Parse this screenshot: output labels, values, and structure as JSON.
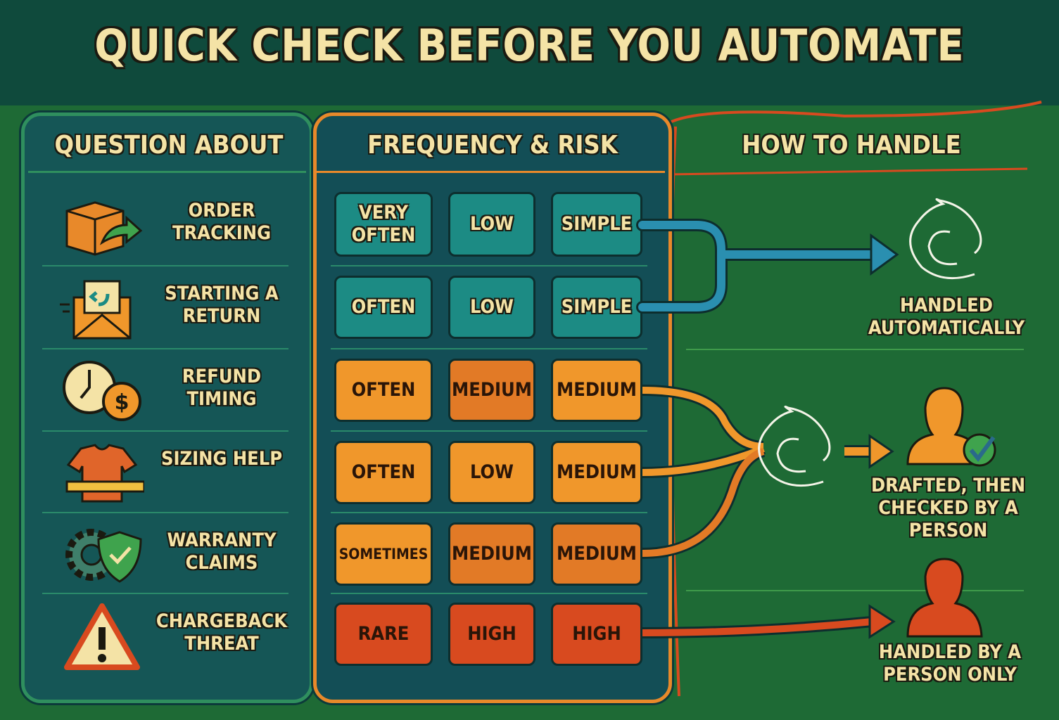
{
  "title": "QUICK CHECK BEFORE YOU AUTOMATE",
  "columns": {
    "question": "QUESTION ABOUT",
    "frequency_risk": "FREQUENCY & RISK",
    "handling": "HOW TO HANDLE"
  },
  "rows": [
    {
      "question": "ORDER TRACKING",
      "icon": "package-arrow-icon",
      "frequency": "VERY OFTEN",
      "risk": "LOW",
      "complexity": "SIMPLE",
      "outcome": "auto"
    },
    {
      "question": "STARTING A RETURN",
      "icon": "return-envelope-icon",
      "frequency": "OFTEN",
      "risk": "LOW",
      "complexity": "SIMPLE",
      "outcome": "auto"
    },
    {
      "question": "REFUND TIMING",
      "icon": "clock-dollar-icon",
      "frequency": "OFTEN",
      "risk": "MEDIUM",
      "complexity": "MEDIUM",
      "outcome": "review"
    },
    {
      "question": "SIZING HELP",
      "icon": "shirt-measure-icon",
      "frequency": "OFTEN",
      "risk": "LOW",
      "complexity": "MEDIUM",
      "outcome": "review"
    },
    {
      "question": "WARRANTY CLAIMS",
      "icon": "gear-shield-icon",
      "frequency": "SOMETIMES",
      "risk": "MEDIUM",
      "complexity": "MEDIUM",
      "outcome": "review"
    },
    {
      "question": "CHARGEBACK THREAT",
      "icon": "warning-triangle-icon",
      "frequency": "RARE",
      "risk": "HIGH",
      "complexity": "HIGH",
      "outcome": "human"
    }
  ],
  "outcomes": {
    "auto": "HANDLED AUTOMATICALLY",
    "review": "DRAFTED, THEN CHECKED BY A PERSON",
    "human": "HANDLED BY A PERSON ONLY"
  },
  "colors": {
    "background": "#1e6a35",
    "title_band": "#0f4a3c",
    "title_text": "#f4e3a6",
    "low_risk": "#1c8b84",
    "medium_risk": "#f0972b",
    "medium_risk_dark": "#e27a26",
    "high_risk": "#d84a1f",
    "auto_connector": "#2a8fb0",
    "review_connector": "#f0972b",
    "human_connector": "#d84a1f"
  }
}
